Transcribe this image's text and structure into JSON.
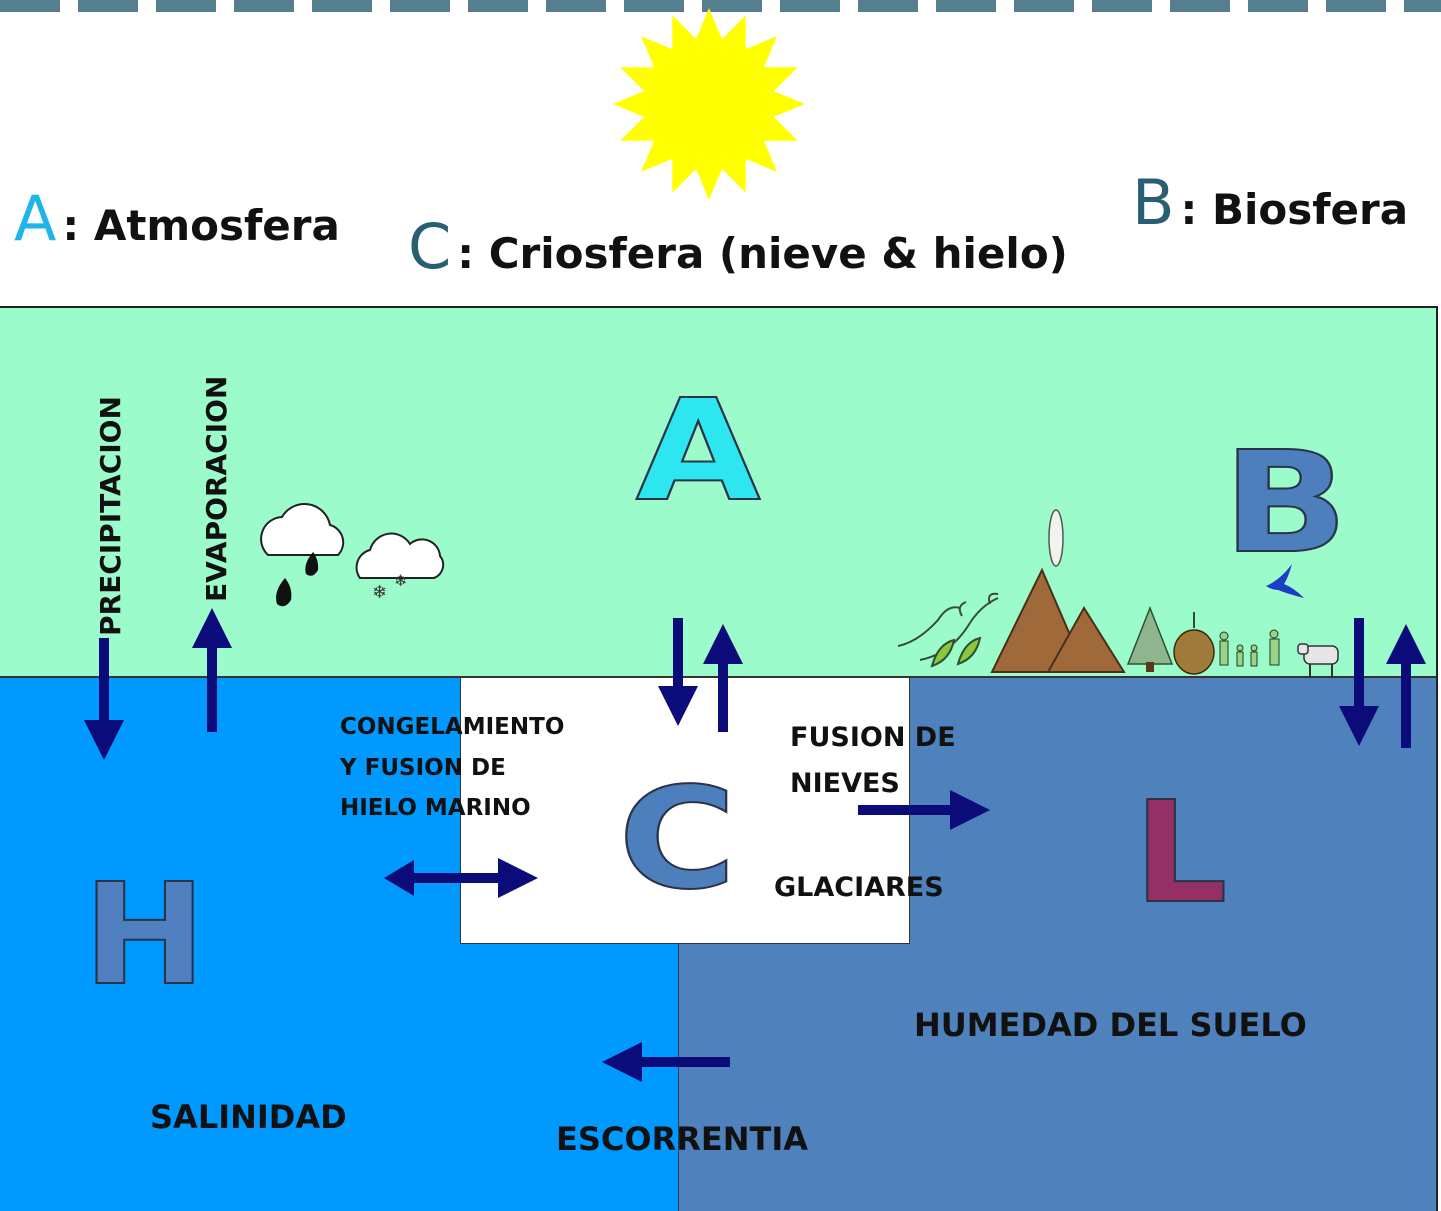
{
  "legend": {
    "atmosfera": {
      "letter": "A",
      "text": ": Atmosfera",
      "color": "#1fb4ea"
    },
    "criosfera": {
      "letter": "C",
      "text": ": Criosfera (nieve & hielo)",
      "color": "#2a5f73"
    },
    "biosfera": {
      "letter": "B",
      "text": ": Biosfera",
      "color": "#2a5f73"
    }
  },
  "components": {
    "atmosphere": {
      "letter": "A",
      "color": "#2ee6f0"
    },
    "biosphere": {
      "letter": "B",
      "color": "#4d7fbd"
    },
    "cryosphere": {
      "letter": "C",
      "color": "#4d7fbd"
    },
    "hydrosphere": {
      "letter": "H",
      "color": "#4f7fbf"
    },
    "lithosphere": {
      "letter": "L",
      "color": "#943063"
    }
  },
  "labels": {
    "precipitacion": "PRECIPITACION",
    "evaporacion": "EVAPORACION",
    "congelamiento_line1": "CONGELAMIENTO",
    "congelamiento_line2": "Y FUSION DE",
    "congelamiento_line3": "HIELO MARINO",
    "fusion_line1": "FUSION DE",
    "fusion_line2": "NIEVES",
    "glaciares": "GLACIARES",
    "humedad": "HUMEDAD DEL SUELO",
    "salinidad": "SALINIDAD",
    "escorrentia": "ESCORRENTIA"
  },
  "colors": {
    "atmosphere_bg": "#9cfbcb",
    "ocean": "#0099ff",
    "land": "#4f81bd",
    "ice": "#ffffff",
    "arrow": "#0b0b7a",
    "sun": "#ffff00"
  },
  "icons": [
    "sun-icon",
    "rain-cloud-icon",
    "snow-cloud-icon",
    "volcano-icon",
    "bird-icon",
    "tree-icon",
    "people-icon",
    "cow-icon",
    "wind-icon"
  ]
}
